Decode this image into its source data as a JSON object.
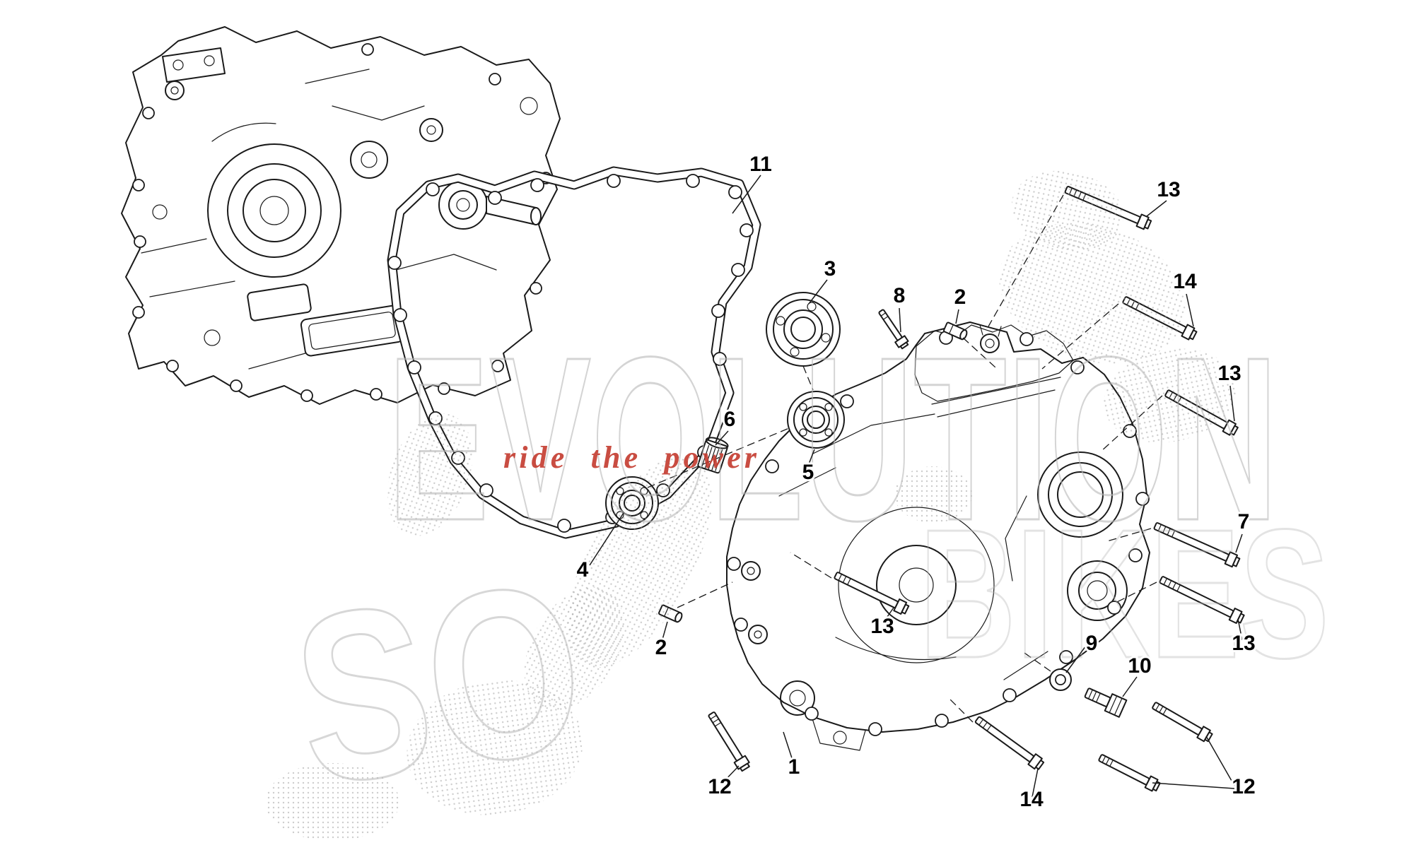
{
  "colors": {
    "line": "#1a1a1a",
    "watermark_gray": "#b8b8b8",
    "tagline_red": "#c43a2e"
  },
  "watermark": {
    "brand_top": "EVOLUTION",
    "brand_bottom": "BIKES",
    "tagline": "ride the power",
    "stamp": "SO"
  },
  "callouts": [
    {
      "label": "11"
    },
    {
      "label": "3"
    },
    {
      "label": "8"
    },
    {
      "label": "2"
    },
    {
      "label": "13"
    },
    {
      "label": "14"
    },
    {
      "label": "13"
    },
    {
      "label": "6"
    },
    {
      "label": "5"
    },
    {
      "label": "7"
    },
    {
      "label": "4"
    },
    {
      "label": "13"
    },
    {
      "label": "13"
    },
    {
      "label": "2"
    },
    {
      "label": "9"
    },
    {
      "label": "10"
    },
    {
      "label": "12"
    },
    {
      "label": "1"
    },
    {
      "label": "14"
    },
    {
      "label": "12"
    }
  ]
}
